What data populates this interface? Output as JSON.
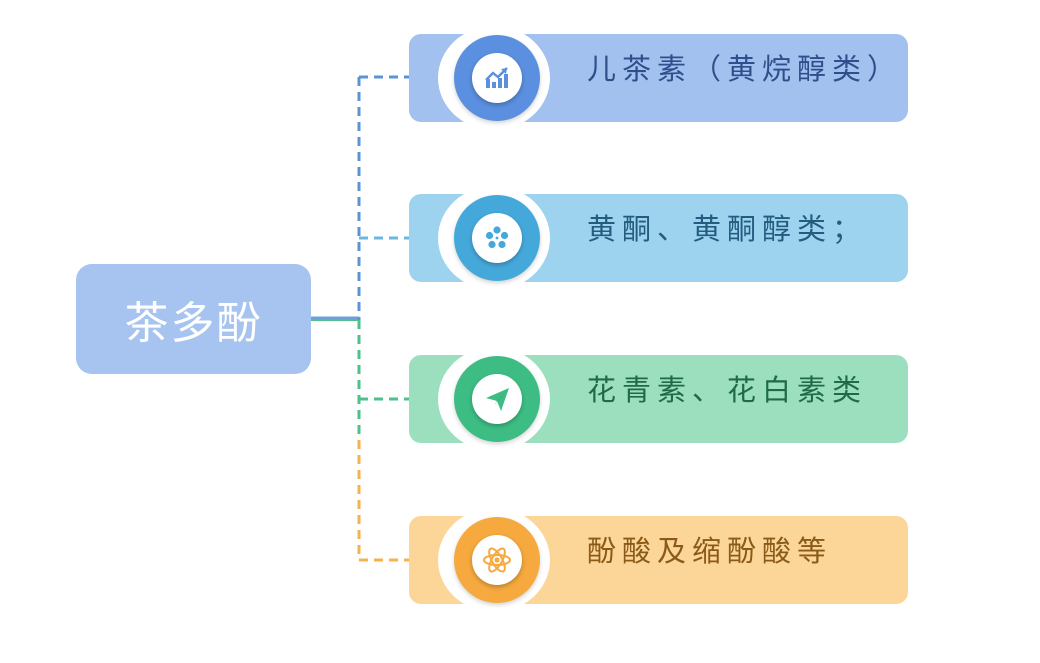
{
  "root": {
    "label": "茶多酚",
    "color": "#a6c4ef"
  },
  "branches": [
    {
      "label": "儿茶素（黄烷醇类）",
      "bg": "#a3c1ee",
      "badge": "#5b8fdf",
      "text": "#2f4f8c",
      "line": "#5b93d9",
      "icon": "trend-chart-icon"
    },
    {
      "label": "黄酮、黄酮醇类；",
      "bg": "#9dd3ee",
      "badge": "#45a8db",
      "text": "#245c80",
      "line": "#6cb7de",
      "icon": "film-reel-icon"
    },
    {
      "label": "花青素、花白素类",
      "bg": "#9cdfbe",
      "badge": "#3dbd84",
      "text": "#1f6a48",
      "line": "#4cc18a",
      "icon": "paper-plane-icon"
    },
    {
      "label": "酚酸及缩酚酸等",
      "bg": "#fcd699",
      "badge": "#f5a93e",
      "text": "#8a5a16",
      "line": "#f7b24f",
      "icon": "atom-icon"
    }
  ]
}
